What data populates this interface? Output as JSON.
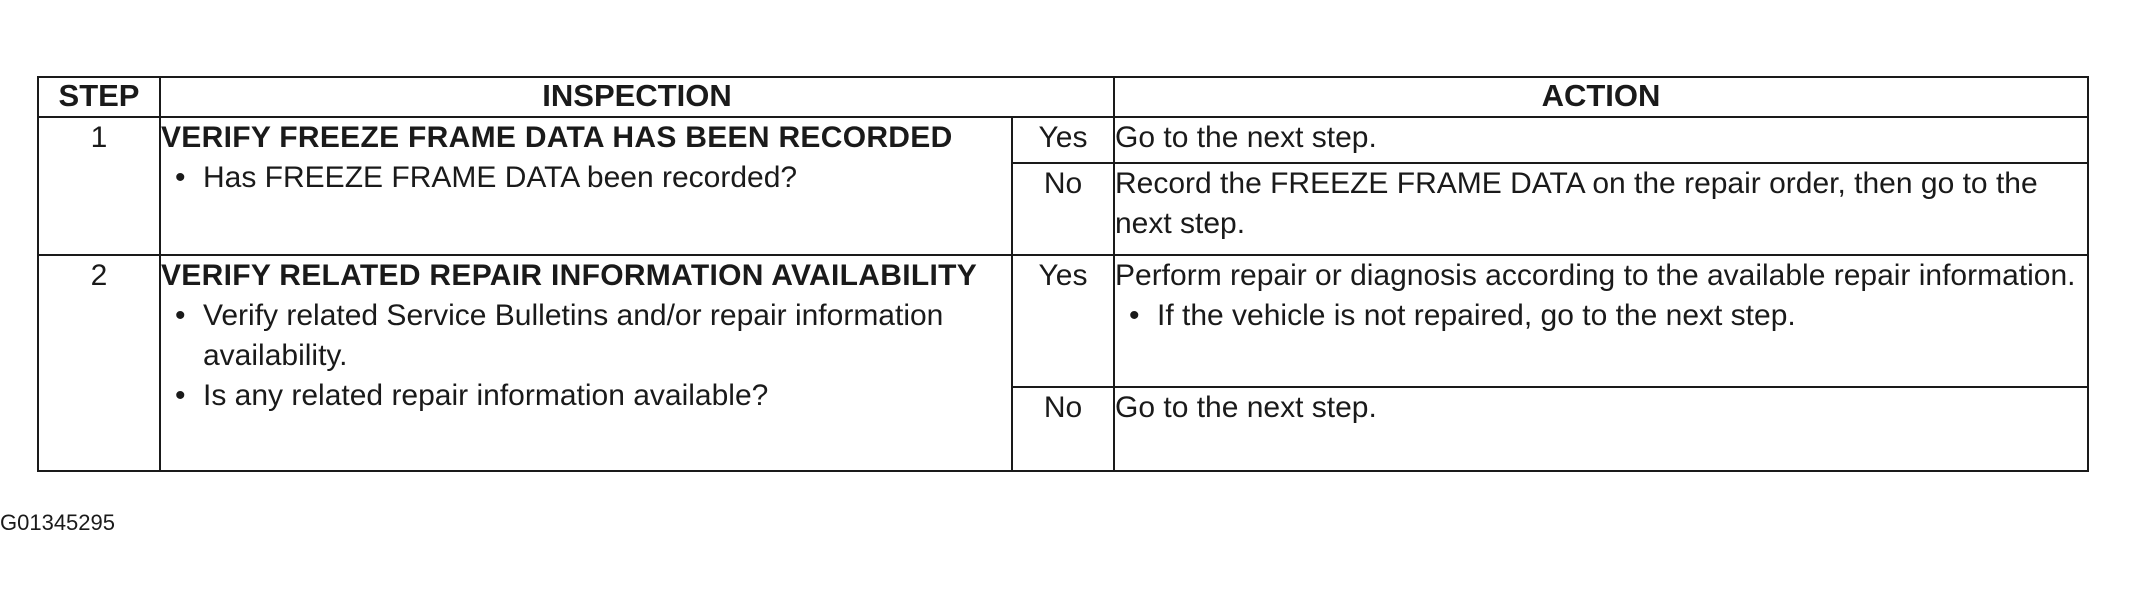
{
  "table": {
    "headers": {
      "step": "STEP",
      "inspection": "INSPECTION",
      "action": "ACTION"
    },
    "rows": [
      {
        "step": "1",
        "title": "VERIFY FREEZE FRAME DATA HAS BEEN RECORDED",
        "bullets": [
          "Has FREEZE FRAME DATA been recorded?"
        ],
        "yes_label": "Yes",
        "yes_action": "Go to the next step.",
        "no_label": "No",
        "no_action": "Record the FREEZE FRAME DATA on the repair order, then go to the next step."
      },
      {
        "step": "2",
        "title": "VERIFY RELATED REPAIR INFORMATION AVAILABILITY",
        "bullets": [
          "Verify related Service Bulletins and/or repair information availability.",
          "Is any related repair information available?"
        ],
        "yes_label": "Yes",
        "yes_action": "Perform repair or diagnosis according to the available repair information.",
        "yes_action_bullet": "If the vehicle is not repaired, go to the next step.",
        "no_label": "No",
        "no_action": "Go to the next step."
      }
    ]
  },
  "figure_id": "G01345295"
}
